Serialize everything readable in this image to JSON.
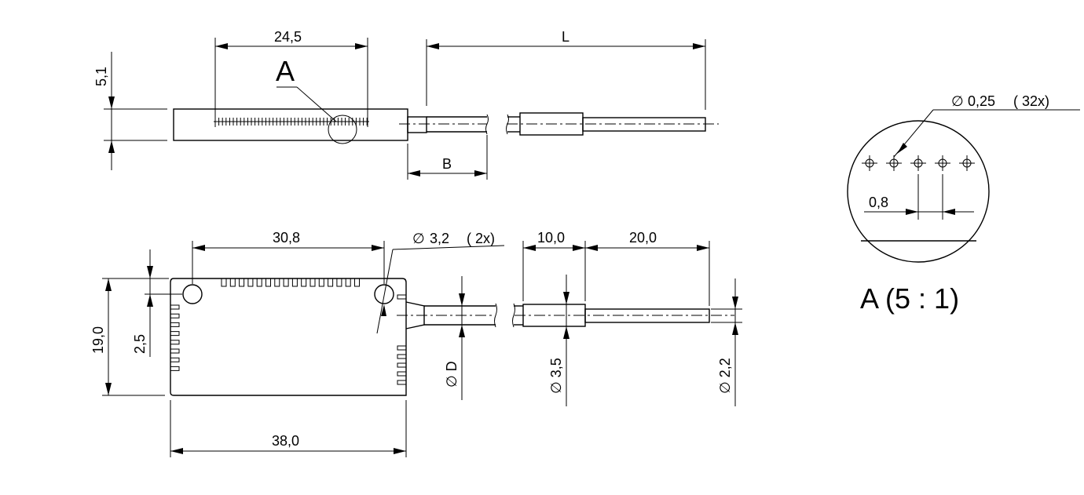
{
  "top_view": {
    "dim_length": "24,5",
    "dim_height": "5,1",
    "dim_cable_length": "L",
    "dim_sleeve": "B",
    "detail_marker": "A"
  },
  "front_view": {
    "dim_holes_spacing": "30,8",
    "dim_hole_diameter_symbol": "∅",
    "dim_hole_diameter": "3,2",
    "dim_hole_count": "( 2x)",
    "dim_sleeve_length": "10,0",
    "dim_tail_length": "20,0",
    "dim_body_height": "19,0",
    "dim_hole_offset": "2,5",
    "dim_body_length": "38,0",
    "dim_cable_dia": "∅ D",
    "dim_sleeve_dia": "∅ 3,5",
    "dim_tail_dia": "∅ 2,2"
  },
  "detail": {
    "dia_symbol": "∅",
    "pad_diameter": "0,25",
    "pad_count": "( 32x)",
    "pitch": "0,8",
    "title": "A  (5 : 1)"
  }
}
